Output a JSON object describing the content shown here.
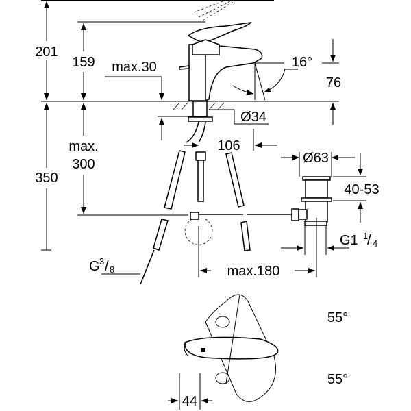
{
  "drawing": {
    "dimensions": {
      "total_height": "201",
      "spout_height": "159",
      "max_deck_thickness": "max.30",
      "spout_angle": "16°",
      "spout_clearance": "76",
      "hole_diameter": "Ø34",
      "spout_reach": "106",
      "max_hose_label": "max.",
      "max_hose_value": "300",
      "hose_length": "350",
      "waste_diameter": "Ø63",
      "waste_range": "40-53",
      "waste_thread": "G1",
      "waste_thread_fraction_num": "1",
      "waste_thread_fraction_den": "4",
      "hose_thread": "G",
      "hose_thread_num": "3",
      "hose_thread_den": "8",
      "max_pullrod": "max.180",
      "lever_angle_top": "55°",
      "lever_angle_bottom": "55°",
      "lever_offset": "44"
    }
  }
}
